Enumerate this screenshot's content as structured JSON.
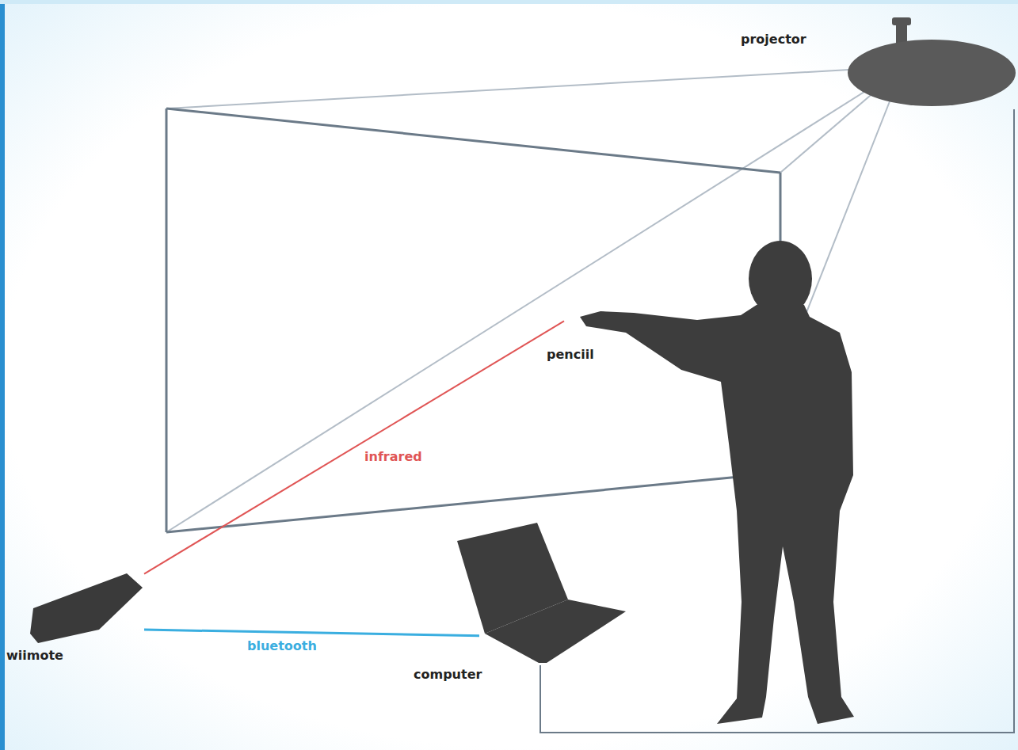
{
  "diagram": {
    "nodes": [
      {
        "text": [
          "projector"
        ]
      },
      {
        "text": [
          "penciil"
        ]
      },
      {
        "text": [
          "wiimote"
        ]
      },
      {
        "text": [
          "computer"
        ]
      }
    ],
    "edges": [
      {
        "from": 1,
        "to": 2,
        "arrow": "none",
        "label": "infrared"
      },
      {
        "from": 2,
        "to": 3,
        "arrow": "none",
        "label": "bluetooth"
      },
      {
        "from": 3,
        "to": 0,
        "arrow": "none"
      }
    ]
  }
}
